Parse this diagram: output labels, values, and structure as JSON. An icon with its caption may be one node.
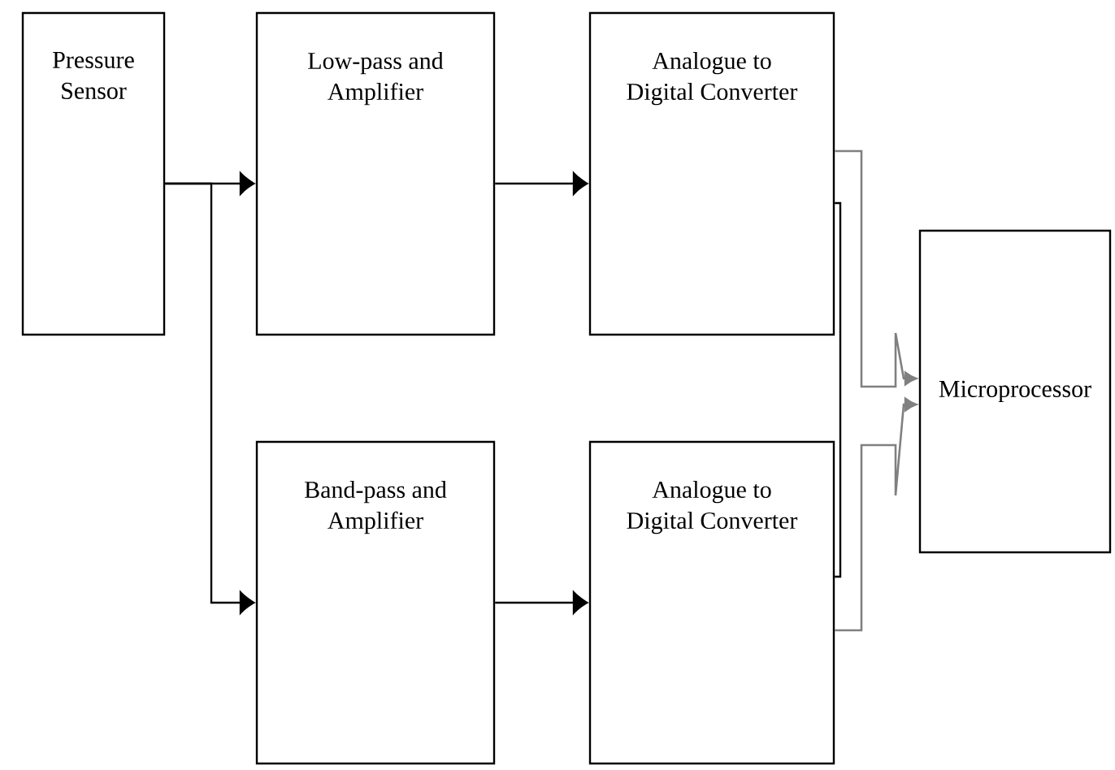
{
  "diagram": {
    "nodes": [
      {
        "text": [
          "Pressure Sensor"
        ]
      },
      {
        "text": [
          "Low-pass and Amplifier"
        ]
      },
      {
        "text": [
          "Analogue to Digital Converter"
        ]
      },
      {
        "text": [
          "Microprocessor"
        ]
      },
      {
        "text": [
          "Band-pass and Amplifier"
        ]
      },
      {
        "text": [
          "Analogue to Digital Converter"
        ]
      }
    ],
    "edges": [
      {
        "from": 0,
        "to": 1,
        "arrow": "to"
      },
      {
        "from": 0,
        "to": 4,
        "arrow": "to"
      },
      {
        "from": 1,
        "to": 2,
        "arrow": "to"
      },
      {
        "from": 4,
        "to": 5,
        "arrow": "to"
      },
      {
        "from": 2,
        "to": 3,
        "arrow": "to",
        "color": "#808080"
      },
      {
        "from": 5,
        "to": 3,
        "arrow": "to",
        "color": "#808080"
      },
      {
        "from": 2,
        "to": 5,
        "arrow": "none"
      }
    ]
  }
}
